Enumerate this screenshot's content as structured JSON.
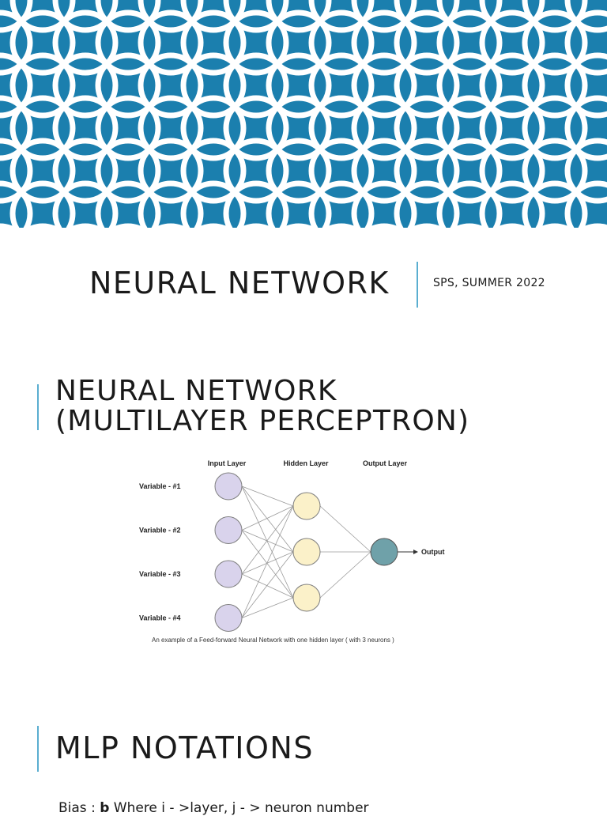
{
  "colors": {
    "banner_background": "#1b7fae",
    "pattern": "#ffffff",
    "accent": "#5aaed0",
    "input_node": "#d9d3ec",
    "hidden_node": "#fbf1c9",
    "output_node": "#6fa1a9"
  },
  "slide1": {
    "title": "NEURAL NETWORK",
    "subtitle": "SPS, SUMMER 2022"
  },
  "slide2": {
    "title_line1": "NEURAL NETWORK",
    "title_line2": "(MULTILAYER PERCEPTRON)",
    "diagram": {
      "layer_labels": [
        "Input Layer",
        "Hidden Layer",
        "Output Layer"
      ],
      "variables": [
        "Variable - #1",
        "Variable - #2",
        "Variable - #3",
        "Variable - #4"
      ],
      "output_label": "Output",
      "caption": "An example of a Feed-forward Neural Network with one hidden layer ( with 3 neurons )",
      "input_count": 4,
      "hidden_count": 3,
      "output_count": 1
    }
  },
  "slide3": {
    "title": "MLP NOTATIONS",
    "body_prefix": "Bias : ",
    "body_symbol": "b",
    "body_rest": "  Where i - >layer, j - > neuron number"
  }
}
